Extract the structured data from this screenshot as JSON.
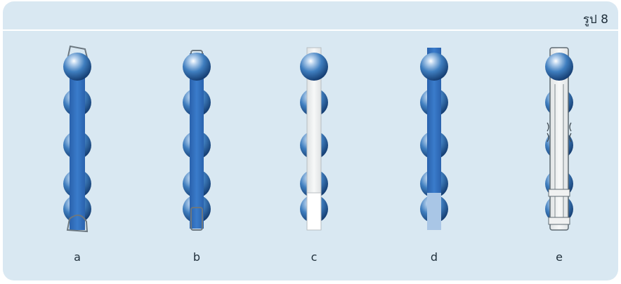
{
  "figure": {
    "label": "รูป 8"
  },
  "variants": [
    {
      "id": "a",
      "caption": "a"
    },
    {
      "id": "b",
      "caption": "b"
    },
    {
      "id": "c",
      "caption": "c"
    },
    {
      "id": "d",
      "caption": "d"
    },
    {
      "id": "e",
      "caption": "e"
    }
  ],
  "colors": {
    "panel_background": "#d9e8f2",
    "strap_blue": "#2f6fc0",
    "strap_light": "#a9c6e6",
    "strap_white": "#f4f5f4",
    "ball": "#3b79b8"
  },
  "icons": [
    "bead-strap-a",
    "bead-strap-b",
    "bead-strap-c",
    "bead-strap-d",
    "bead-strap-e"
  ]
}
